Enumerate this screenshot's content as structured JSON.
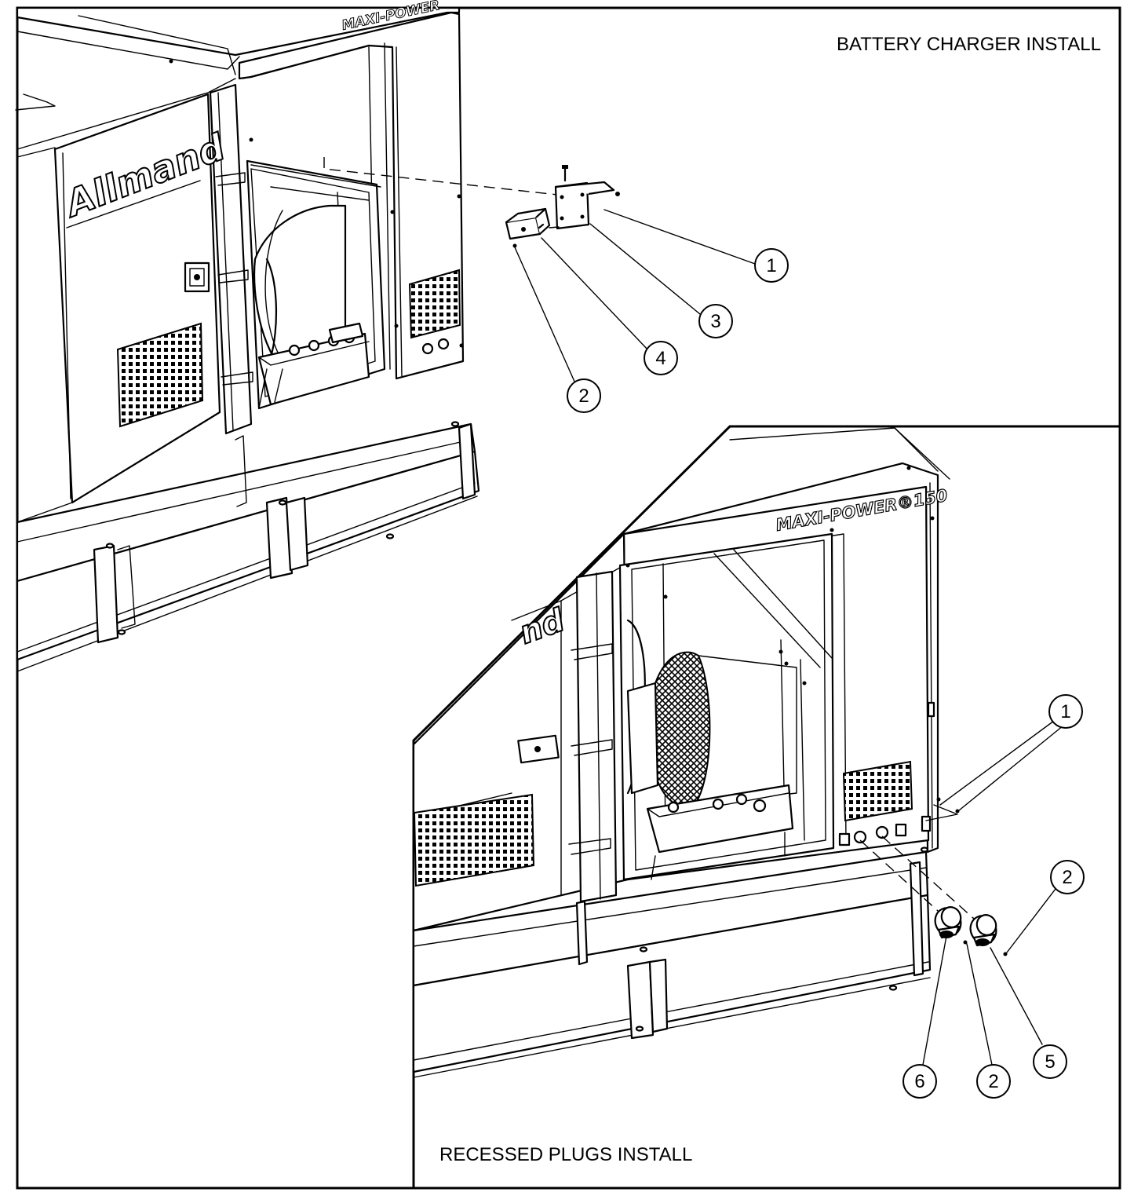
{
  "panels": {
    "top_title": "BATTERY CHARGER INSTALL",
    "bottom_title": "RECESSED PLUGS INSTALL"
  },
  "branding": {
    "door_logo": "Allmand",
    "top_nameplate": "MAXI-POWER",
    "bottom_nameplate": "MAXI-POWER®150"
  },
  "callouts": {
    "top": [
      "1",
      "3",
      "4",
      "2"
    ],
    "bottom": [
      "1",
      "2",
      "5",
      "2",
      "6"
    ]
  }
}
